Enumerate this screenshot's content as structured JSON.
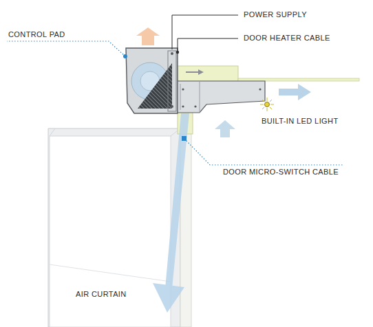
{
  "diagram": {
    "labels": [
      "POWER SUPPLY",
      "CONTROL PAD",
      "DOOR HEATER CABLE",
      "BUILT-IN LED LIGHT",
      "DOOR MICRO-SWITCH CABLE",
      "AIR CURTAIN"
    ]
  }
}
